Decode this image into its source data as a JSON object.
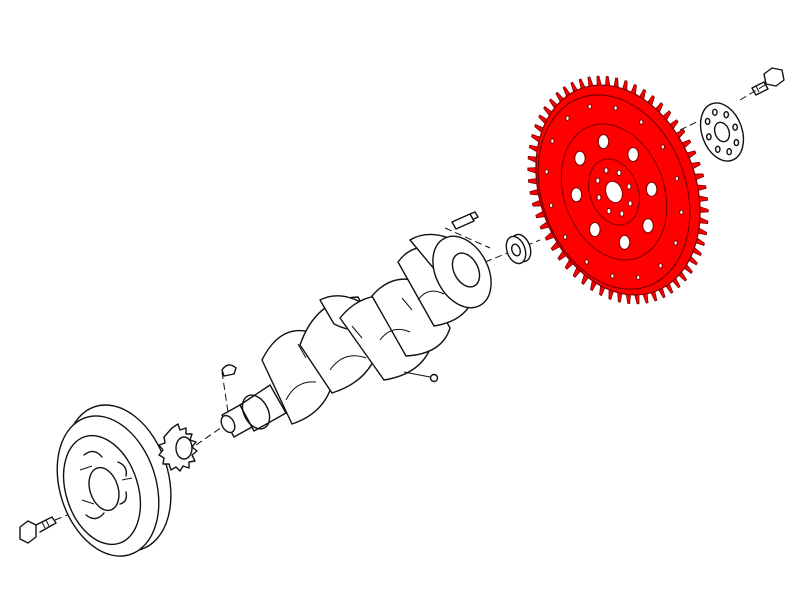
{
  "diagram": {
    "highlight_color": "#ff0000",
    "line_color": "#111111",
    "background": "#ffffff",
    "parts": [
      {
        "name": "pulley-bolt"
      },
      {
        "name": "crankshaft-pulley"
      },
      {
        "name": "crankshaft-sprocket"
      },
      {
        "name": "woodruff-key"
      },
      {
        "name": "crankshaft"
      },
      {
        "name": "dowel-pin"
      },
      {
        "name": "stud-bolt"
      },
      {
        "name": "pilot-bearing"
      },
      {
        "name": "flywheel",
        "highlighted": true
      },
      {
        "name": "reinforcement-plate"
      },
      {
        "name": "flywheel-bolt"
      }
    ]
  }
}
